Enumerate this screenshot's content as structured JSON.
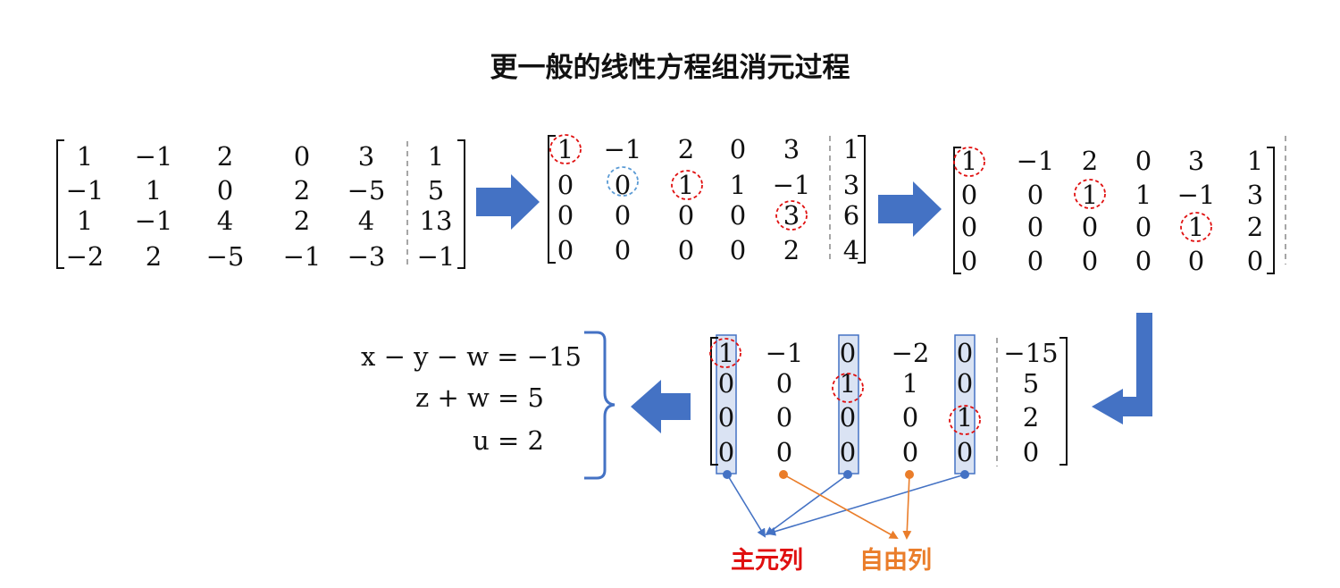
{
  "title": "更一般的线性方程组消元过程",
  "labels": {
    "pivot_columns": "主元列",
    "free_columns": "自由列"
  },
  "colors": {
    "arrow": "#4472c4",
    "pivot_circle": "#e01010",
    "zero_circle": "#5b9bd5",
    "free": "#ea7d2a",
    "column_box": "#dae3f3"
  },
  "matrices": {
    "m1": [
      [
        "1",
        "−1",
        "2",
        "0",
        "3",
        "1"
      ],
      [
        "−1",
        "1",
        "0",
        "2",
        "−5",
        "5"
      ],
      [
        "1",
        "−1",
        "4",
        "2",
        "4",
        "13"
      ],
      [
        "−2",
        "2",
        "−5",
        "−1",
        "−3",
        "−1"
      ]
    ],
    "m2": [
      [
        "1",
        "−1",
        "2",
        "0",
        "3",
        "1"
      ],
      [
        "0",
        "0",
        "1",
        "1",
        "−1",
        "3"
      ],
      [
        "0",
        "0",
        "0",
        "0",
        "3",
        "6"
      ],
      [
        "0",
        "0",
        "0",
        "0",
        "2",
        "4"
      ]
    ],
    "m3": [
      [
        "1",
        "−1",
        "2",
        "0",
        "3",
        "1"
      ],
      [
        "0",
        "0",
        "1",
        "1",
        "−1",
        "3"
      ],
      [
        "0",
        "0",
        "0",
        "0",
        "1",
        "2"
      ],
      [
        "0",
        "0",
        "0",
        "0",
        "0",
        "0"
      ]
    ],
    "m4": [
      [
        "1",
        "−1",
        "0",
        "−2",
        "0",
        "−15"
      ],
      [
        "0",
        "0",
        "1",
        "1",
        "0",
        "5"
      ],
      [
        "0",
        "0",
        "0",
        "0",
        "1",
        "2"
      ],
      [
        "0",
        "0",
        "0",
        "0",
        "0",
        "0"
      ]
    ]
  },
  "equations": [
    "x − y − w = −15",
    "z + w = 5",
    "u = 2"
  ]
}
